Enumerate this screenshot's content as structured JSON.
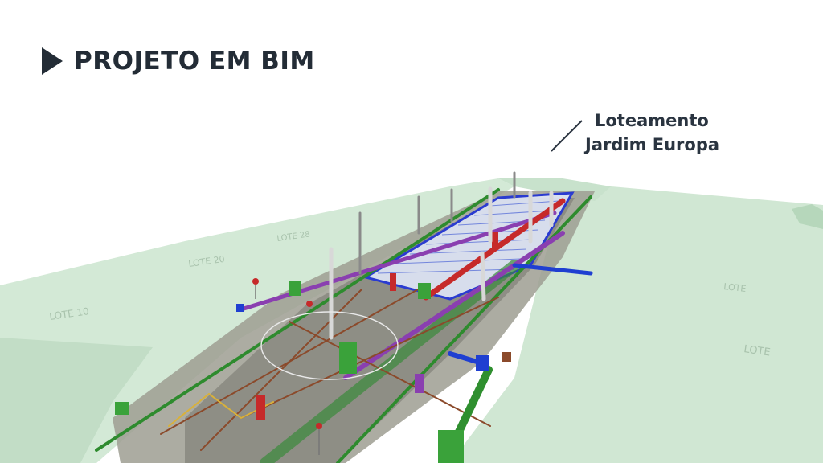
{
  "header": {
    "title": "PROJETO EM BIM"
  },
  "callout": {
    "line1": "Loteamento",
    "line2": "Jardim Europa"
  },
  "scene": {
    "lot_labels": [
      "LOTE 10",
      "LOTE 20",
      "LOTE 28",
      "LOTE",
      "LOTE"
    ],
    "colors": {
      "terrain": "#cfe6d2",
      "road": "#8f8f85",
      "pipe_green": "#2f8f2f",
      "pipe_red": "#c62a2a",
      "pipe_purple": "#8a3fb0",
      "pipe_blue": "#1f3fd1",
      "pipe_brown": "#8b4a2b",
      "pipe_yellow": "#d9b13a",
      "title_text": "#232c36"
    }
  }
}
